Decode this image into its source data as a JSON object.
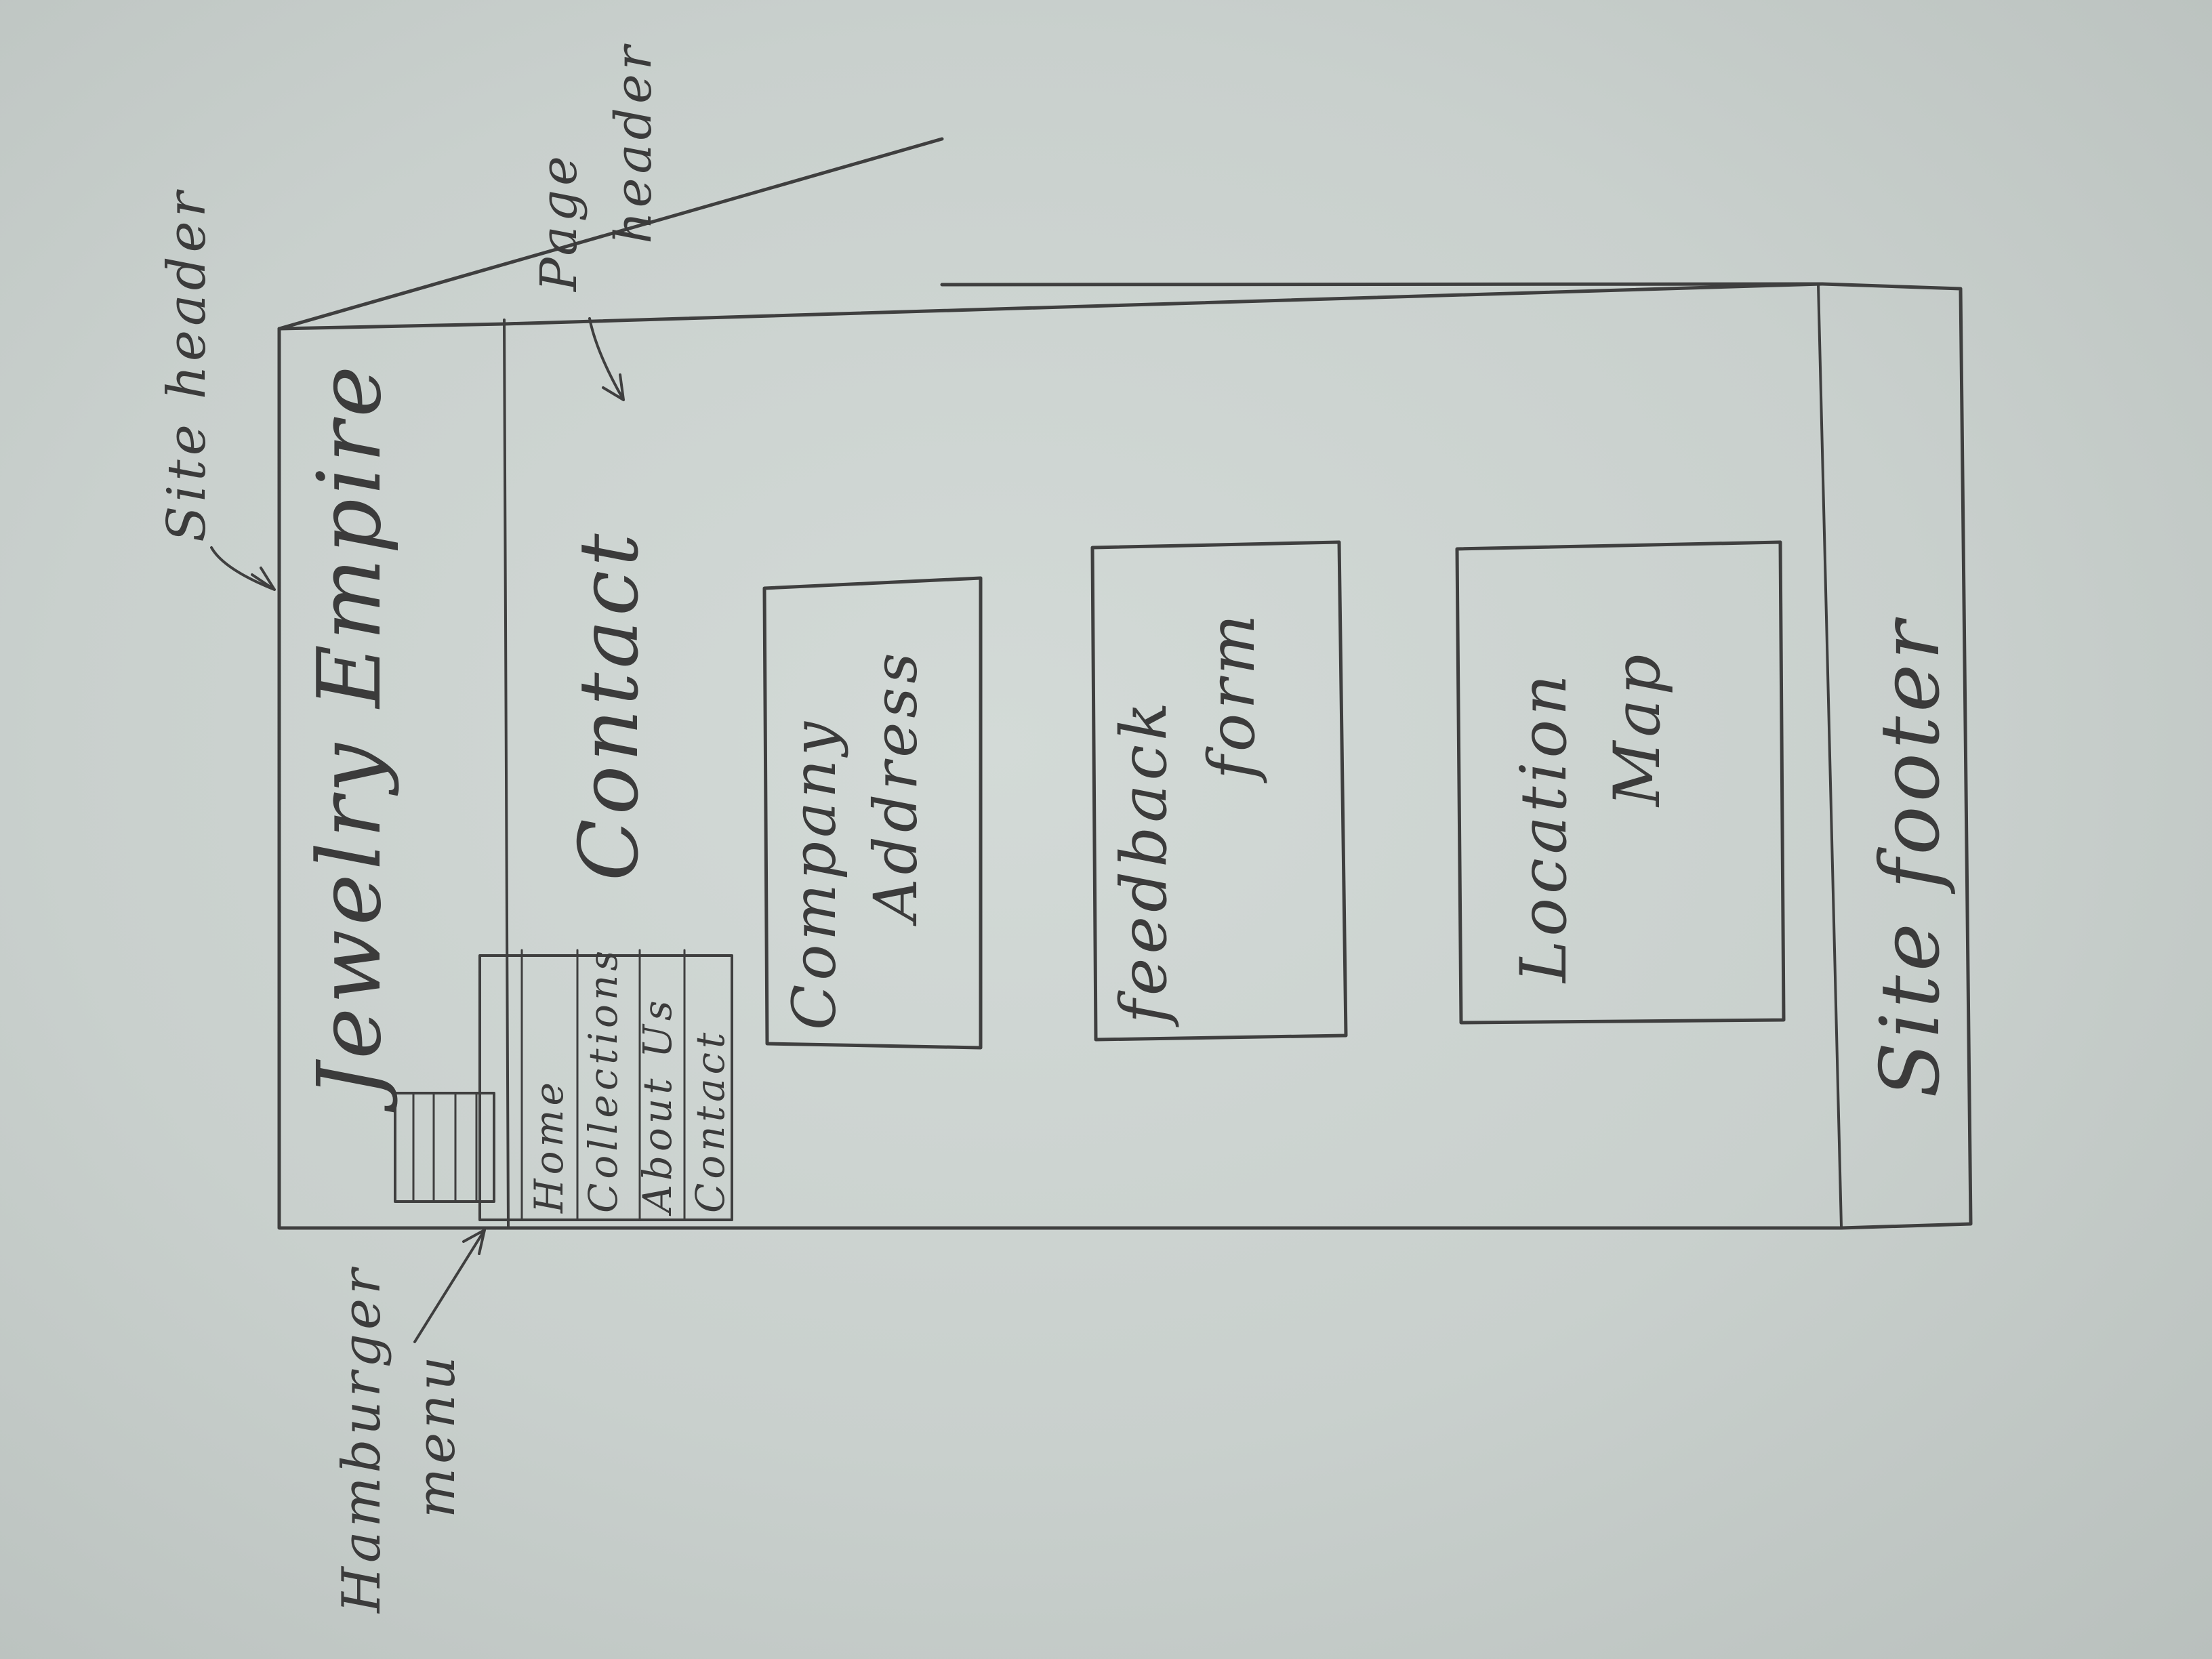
{
  "site_header": {
    "title": "Jewelry Empire",
    "annotation": "Site header"
  },
  "hamburger": {
    "annotation_line1": "Hamburger",
    "annotation_line2": "menu"
  },
  "menu": {
    "items": [
      "Home",
      "Collections",
      "About Us",
      "Contact"
    ]
  },
  "page_header": {
    "title": "Contact",
    "annotation_line1": "Page",
    "annotation_line2": "header"
  },
  "boxes": {
    "company_address": {
      "line1": "Company",
      "line2": "Address"
    },
    "feedback_form": {
      "line1": "feedback",
      "line2": "form"
    },
    "location_map": {
      "line1": "Location",
      "line2": "Map"
    }
  },
  "site_footer": {
    "label": "Site footer"
  }
}
